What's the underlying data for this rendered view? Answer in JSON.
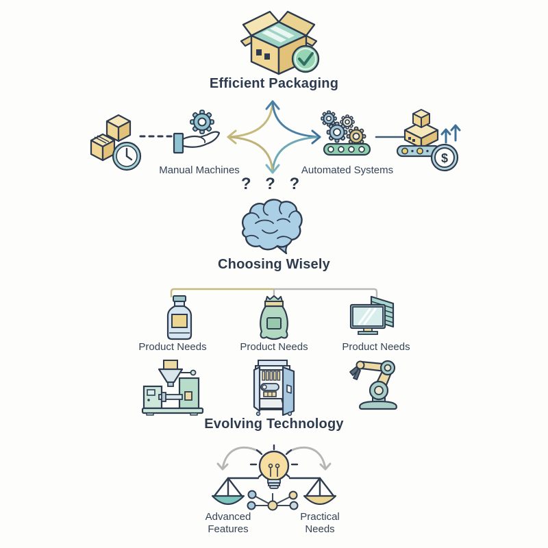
{
  "palette": {
    "text": "#2e3b4e",
    "khaki": "#c6b97c",
    "blue": "#4a80a6",
    "teal": "#79b5be",
    "gray": "#b5b5b5",
    "tan": "#f0d795",
    "green": "#8ecfad"
  },
  "top": {
    "title": "Efficient Packaging"
  },
  "comparison": {
    "manual_label": "Manual Machines",
    "automated_label": "Automated Systems"
  },
  "decision": {
    "questions": "? ? ?",
    "title": "Choosing Wisely"
  },
  "needs": {
    "labels": [
      "Product Needs",
      "Product Needs",
      "Product Needs"
    ]
  },
  "technology": {
    "title": "Evolving Technology"
  },
  "tradeoff": {
    "left_label": "Advanced\nFeatures",
    "right_label": "Practical\nNeeds"
  },
  "icons": {
    "dollar": "$"
  }
}
